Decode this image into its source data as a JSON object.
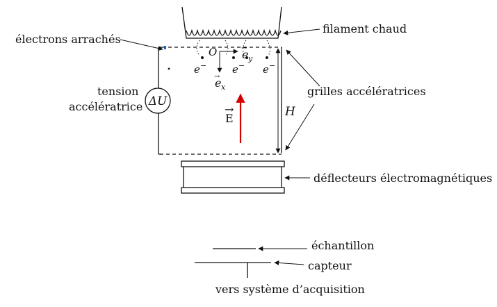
{
  "labels": {
    "electrons": "électrons arrachés",
    "filament": "filament chaud",
    "tension_line1": "tension",
    "tension_line2": "accélératrice",
    "delta_u": "ΔU",
    "grilles": "grilles accélératrices",
    "deflecteurs": "déflecteurs électromagnétiques",
    "echantillon": "échantillon",
    "capteur": "capteur",
    "acquisition": "vers système d’acquisition"
  },
  "symbols": {
    "origin": "O",
    "electron": "e",
    "electron_sup": "−",
    "ex": "e",
    "ex_sub": "x",
    "ey": "e",
    "ey_sub": "y",
    "E": "E",
    "H": "H",
    "arrow_hat": "→"
  },
  "colors": {
    "ink": "#111111",
    "field_arrow": "#d40000"
  }
}
